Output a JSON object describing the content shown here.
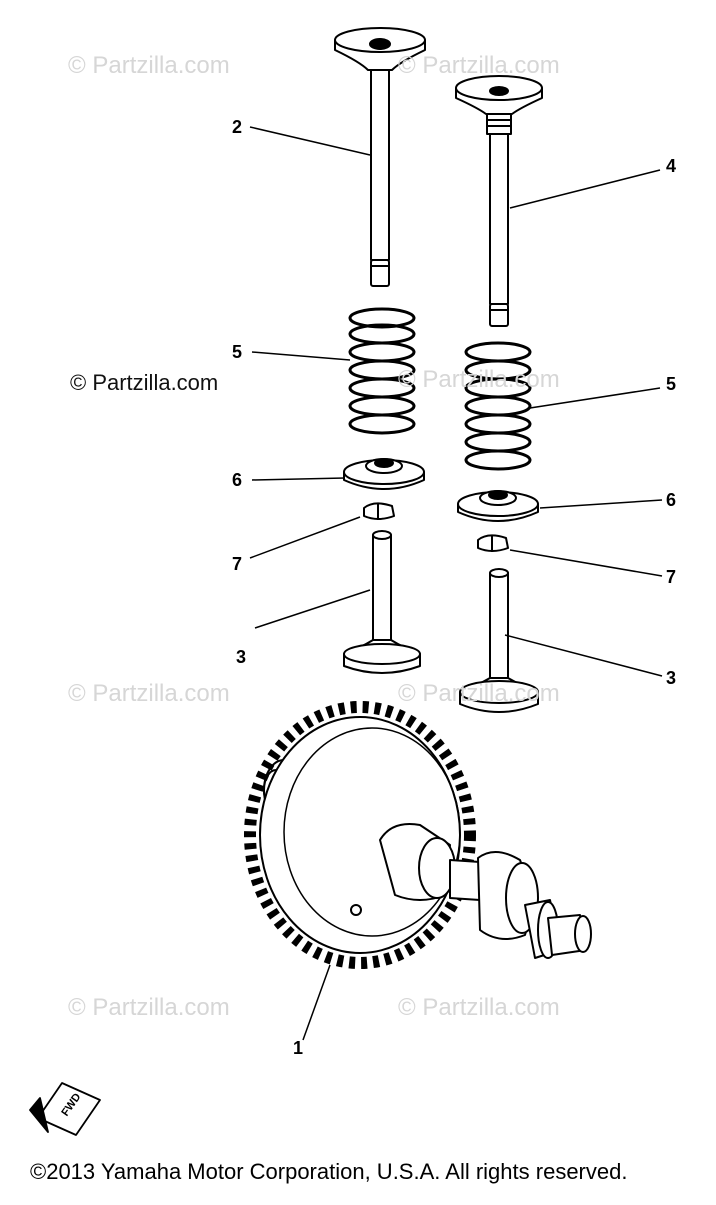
{
  "watermark": {
    "text": "© Partzilla.com",
    "prominent_text": "© Partzilla.com"
  },
  "callouts": {
    "cam_gear": "1",
    "valve_intake": "2",
    "valve_exhaust_left": "3",
    "valve_exhaust_right": "3",
    "valve_exhaust_upper": "4",
    "spring_left": "5",
    "spring_right": "5",
    "retainer_left": "6",
    "retainer_right": "6",
    "cotter_left": "7",
    "cotter_right": "7"
  },
  "fwd_mark": "FWD",
  "copyright": "©2013  Yamaha Motor Corporation, U.S.A. All rights reserved.",
  "colors": {
    "line": "#000000",
    "watermark": "#d6d6d6",
    "background": "#ffffff"
  }
}
